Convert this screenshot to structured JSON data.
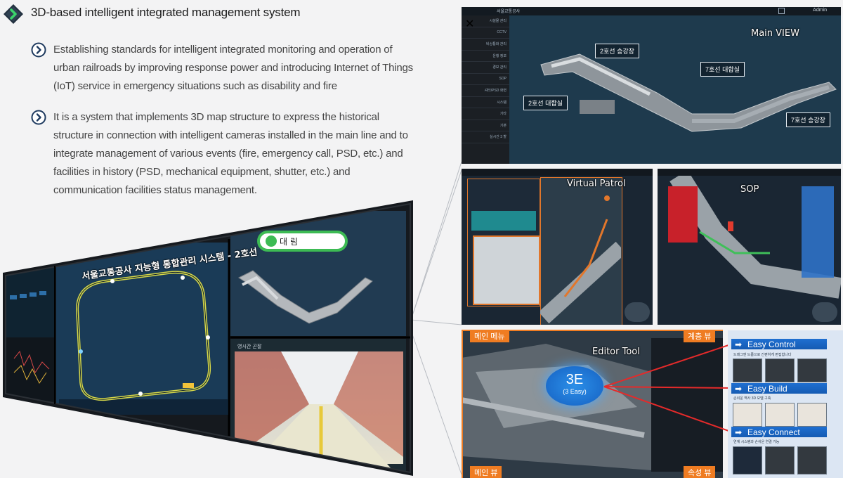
{
  "header": {
    "title": "3D-based intelligent integrated management system"
  },
  "bullets": [
    "Establishing standards for intelligent integrated monitoring and operation of urban railroads by improving response power and introducing Internet of Things (IoT) service in emergency situations such as disability and fire",
    "It is a system that implements 3D map structure to express the historical structure in connection with intelligent cameras installed in the main line and to integrate management of various events (fire, emergency call, PSD, etc.) and facilities in history (PSD, mechanical equipment, shutter, etc.) and communication facilities status management."
  ],
  "monitor": {
    "title": "서울교통공사 지능형 통합관리 시스템 - 2호선",
    "station_pill": "대 림",
    "cam_label": "영시간 곤잘"
  },
  "main_view": {
    "label": "Main VIEW",
    "admin": "Admin",
    "logo_text": "서울교통공사",
    "callouts": [
      "2호선 승강장",
      "7호선 대합실",
      "2호선 대합실",
      "7호선 승강장"
    ],
    "menu": [
      "시설물 관리",
      "CCTV",
      "비상통화 관리",
      "운행 정보",
      "경보 관리",
      "SOP",
      "셔터/PSD 화면",
      "시스템",
      "기타",
      "기본",
      "실시간 3 할"
    ]
  },
  "virtual_patrol": {
    "label": "Virtual Patrol"
  },
  "sop": {
    "label": "SOP"
  },
  "editor": {
    "label": "Editor Tool",
    "badge_main": "3E",
    "badge_sub": "(3 Easy)",
    "tag_top_left": "메인 메뉴",
    "tag_top_right": "계층 뷰",
    "tag_bottom_left": "메인 뷰",
    "tag_bottom_right": "속성 뷰"
  },
  "easy": [
    {
      "label": "Easy Control",
      "note": "드래그앤 드롭으로 간편하게 편집합니다"
    },
    {
      "label": "Easy Build",
      "note": "손쉬운 역사 3D 모델 구축"
    },
    {
      "label": "Easy Connect",
      "note": "연계 시스템과 손쉬운 연결 가능"
    }
  ],
  "colors": {
    "accent_orange": "#ef7c22",
    "accent_blue": "#1f6fd1",
    "navy": "#1e3a5f",
    "panel_dark": "#1f2d3a"
  }
}
